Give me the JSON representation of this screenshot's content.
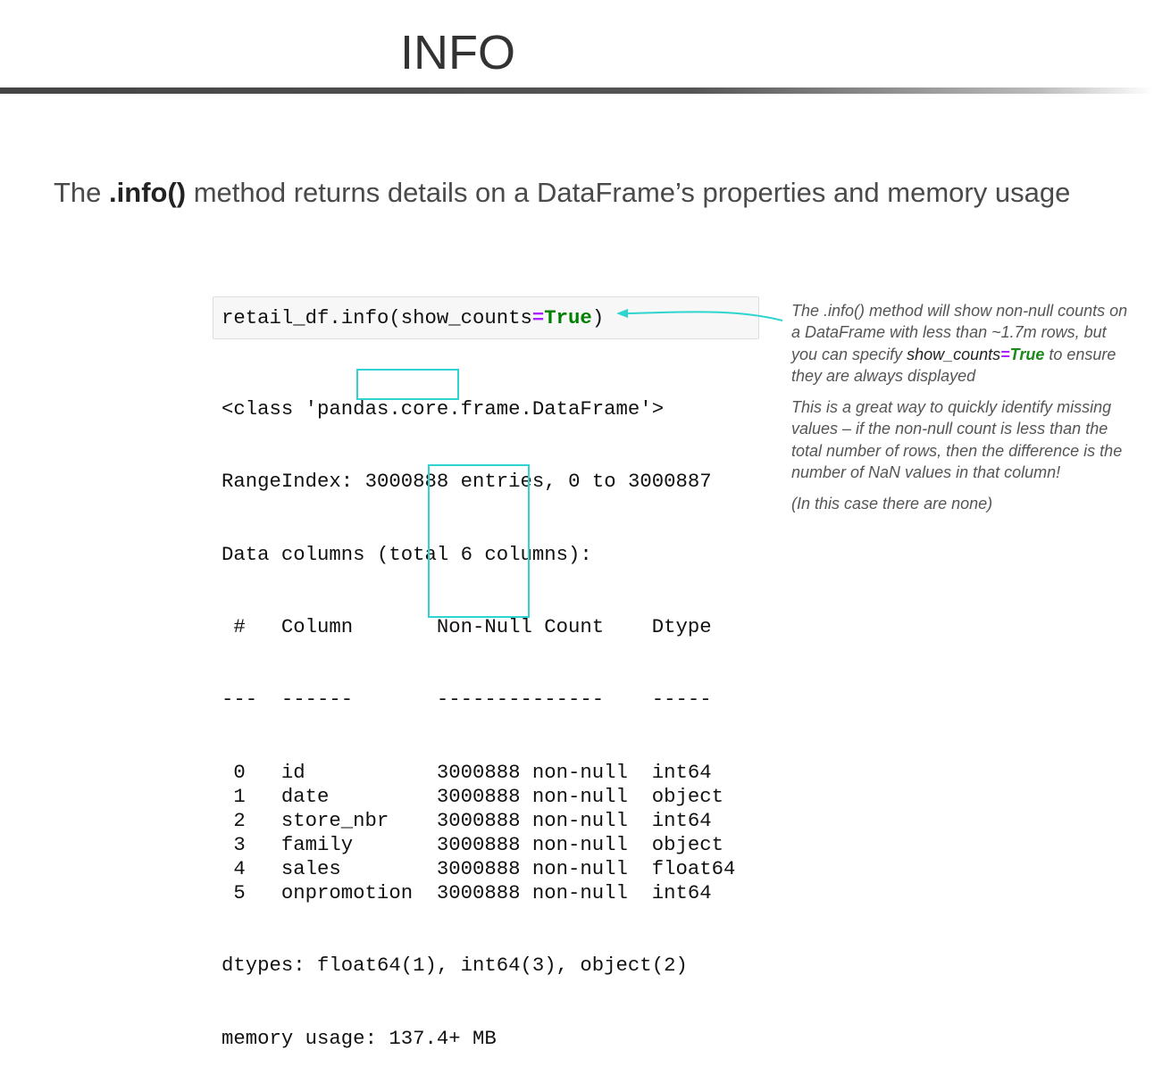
{
  "header": {
    "title": "INFO"
  },
  "subtitle": {
    "pre": "The ",
    "method": ".info()",
    "post": " method returns details on a DataFrame’s properties and memory usage"
  },
  "code": {
    "prefix": "retail_df.info(show_counts",
    "eq": "=",
    "value": "True",
    "suffix": ")"
  },
  "output": {
    "class_line": "<class 'pandas.core.frame.DataFrame'>",
    "range_label": "RangeIndex: ",
    "range_count": "3000888",
    "range_rest": "entries, 0 to 3000887",
    "data_columns": "Data columns (total 6 columns):",
    "headers": {
      "num": "#",
      "column": "Column",
      "count": "Non-Null Count",
      "dtype": "Dtype"
    },
    "separators": {
      "num": "---",
      "column": "------",
      "count": "--------------",
      "dtype": "-----"
    },
    "rows": [
      {
        "idx": "0",
        "name": "id",
        "count": "3000888",
        "nn": "non-null",
        "dtype": "int64"
      },
      {
        "idx": "1",
        "name": "date",
        "count": "3000888",
        "nn": "non-null",
        "dtype": "object"
      },
      {
        "idx": "2",
        "name": "store_nbr",
        "count": "3000888",
        "nn": "non-null",
        "dtype": "int64"
      },
      {
        "idx": "3",
        "name": "family",
        "count": "3000888",
        "nn": "non-null",
        "dtype": "object"
      },
      {
        "idx": "4",
        "name": "sales",
        "count": "3000888",
        "nn": "non-null",
        "dtype": "float64"
      },
      {
        "idx": "5",
        "name": "onpromotion",
        "count": "3000888",
        "nn": "non-null",
        "dtype": "int64"
      }
    ],
    "dtypes_line": "dtypes: float64(1), int64(3), object(2)",
    "memory_line": "memory usage: 137.4+ MB"
  },
  "note": {
    "p1_pre": "The .info() method will show non-null counts on a DataFrame with less than ~1.7m rows, but you can specify ",
    "p1_param": "show_counts",
    "p1_eq": "=",
    "p1_val": "True",
    "p1_post": " to ensure they are always displayed",
    "p2": "This is a great way to quickly identify missing values – if the non-null count is less than the total number of rows, then the difference is the number of NaN values in that column!",
    "p3": "(In this case there are none)"
  },
  "colors": {
    "accent": "#2ed4cf",
    "keyword_green": "#008000",
    "operator_purple": "#aa22ff"
  }
}
